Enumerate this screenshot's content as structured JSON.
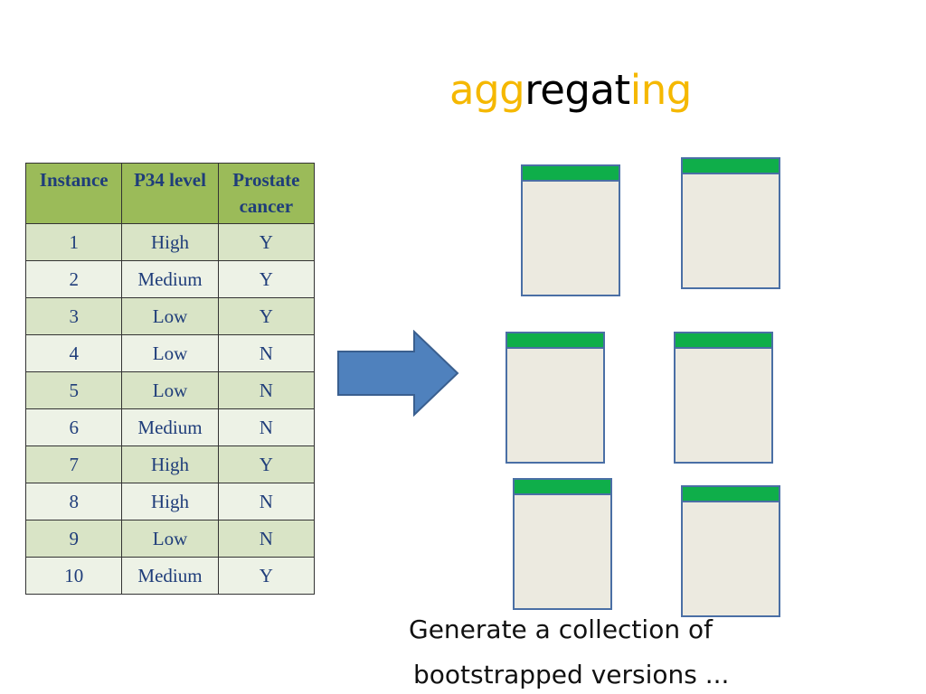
{
  "title": {
    "segments": [
      {
        "text": "agg",
        "color": "#f5b800"
      },
      {
        "text": "regat",
        "color": "#000000"
      },
      {
        "text": "ing",
        "color": "#f5b800"
      }
    ]
  },
  "table": {
    "headers": [
      "Instance",
      "P34 level",
      "Prostate cancer"
    ],
    "rows": [
      [
        "1",
        "High",
        "Y"
      ],
      [
        "2",
        "Medium",
        "Y"
      ],
      [
        "3",
        "Low",
        "Y"
      ],
      [
        "4",
        "Low",
        "N"
      ],
      [
        "5",
        "Low",
        "N"
      ],
      [
        "6",
        "Medium",
        "N"
      ],
      [
        "7",
        "High",
        "Y"
      ],
      [
        "8",
        "High",
        "N"
      ],
      [
        "9",
        "Low",
        "N"
      ],
      [
        "10",
        "Medium",
        "Y"
      ]
    ]
  },
  "arrow": {
    "color": "#4f81bd",
    "icon": "right-arrow-icon"
  },
  "samples": {
    "count": 6,
    "header_color": "#0fae4a",
    "body_color": "#eceae0",
    "border_color": "#4a6fa5"
  },
  "caption": {
    "line1": "Generate a collection of",
    "line2": "bootstrapped versions ..."
  }
}
